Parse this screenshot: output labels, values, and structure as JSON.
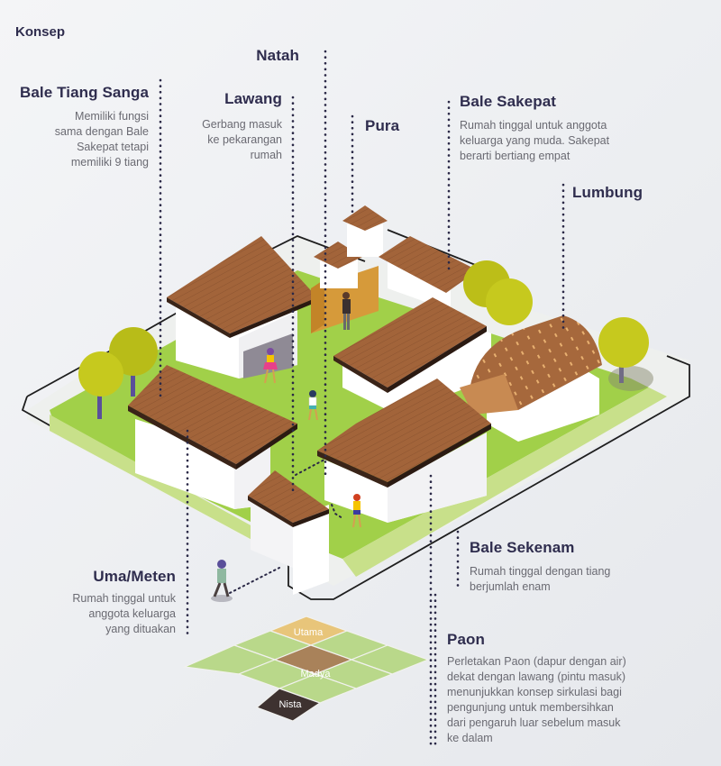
{
  "page": {
    "section_title": "Konsep"
  },
  "labels": {
    "natah": {
      "title": "Natah"
    },
    "bale_tiang_sanga": {
      "title": "Bale Tiang Sanga",
      "description": [
        "Memiliki fungsi",
        "sama dengan Bale",
        "Sakepat tetapi",
        "memiliki 9 tiang"
      ]
    },
    "lawang": {
      "title": "Lawang",
      "description": [
        "Gerbang masuk",
        "ke pekarangan",
        "rumah"
      ]
    },
    "pura": {
      "title": "Pura"
    },
    "bale_sakepat": {
      "title": "Bale Sakepat",
      "description": [
        "Rumah tinggal untuk anggota",
        "keluarga yang muda. Sakepat",
        "berarti bertiang empat"
      ]
    },
    "lumbung": {
      "title": "Lumbung"
    },
    "bale_sekenam": {
      "title": "Bale Sekenam",
      "description": [
        "Rumah tinggal dengan tiang",
        "berjumlah enam"
      ]
    },
    "uma_meten": {
      "title": "Uma/Meten",
      "description": [
        "Rumah tinggal untuk",
        "anggota keluarga",
        "yang dituakan"
      ]
    },
    "paon": {
      "title": "Paon",
      "description": [
        "Perletakan Paon (dapur dengan air)",
        "dekat dengan lawang (pintu masuk)",
        "menunjukkan konsep sirkulasi bagi",
        "pengunjung untuk membersihkan",
        "dari pengaruh luar sebelum masuk",
        "ke dalam"
      ]
    }
  },
  "zoning_grid": {
    "cells": [
      {
        "label": "Utama",
        "color": "#e8c57a"
      },
      {
        "label": "Madya",
        "color": "#a9825a"
      },
      {
        "label": "Nista",
        "color": "#3e3230"
      }
    ],
    "other_cell_color": "#b9d88a"
  },
  "colors": {
    "heading": "#2f2d4e",
    "body_text": "#6a6a72",
    "roof": "#9c5f32",
    "roof_dark": "#3a2418",
    "wall": "#ffffff",
    "grass": "#9ccd3f",
    "tree": "#c2c51a",
    "tree_trunk": "#5a4f9a",
    "dots": "#2a2846"
  }
}
